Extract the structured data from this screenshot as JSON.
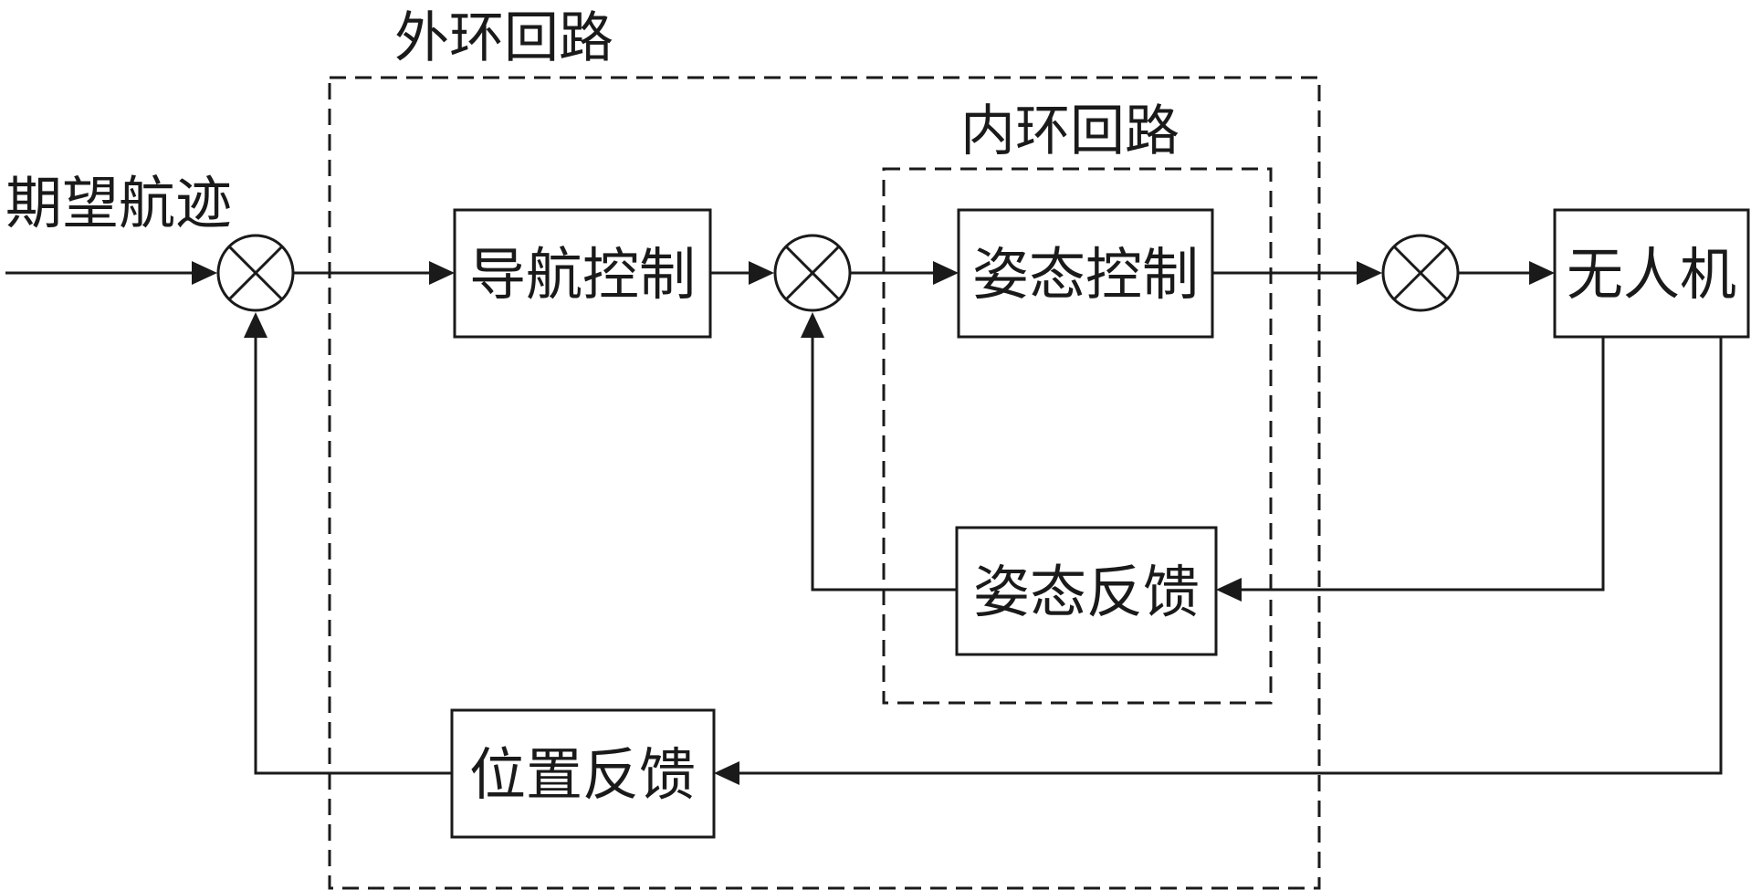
{
  "diagram": {
    "input_label": "期望航迹",
    "outer_loop_label": "外环回路",
    "inner_loop_label": "内环回路",
    "blocks": {
      "navigation_control": "导航控制",
      "attitude_control": "姿态控制",
      "uav": "无人机",
      "attitude_feedback": "姿态反馈",
      "position_feedback": "位置反馈"
    }
  }
}
